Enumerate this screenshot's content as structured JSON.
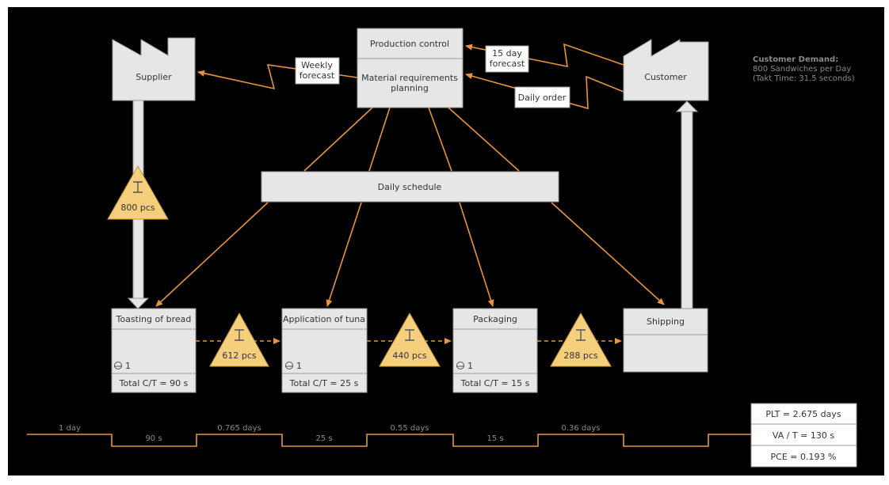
{
  "header": {
    "customer_demand_title": "Customer Demand:",
    "customer_demand_line1": "800 Sandwiches per Day",
    "customer_demand_line2": "(Takt Time: 31.5 seconds)"
  },
  "entities": {
    "supplier": "Supplier",
    "customer": "Customer",
    "production_control": "Production control",
    "mrp_line1": "Material requirements",
    "mrp_line2": "planning",
    "daily_schedule": "Daily schedule"
  },
  "information_flows": {
    "weekly_forecast_line1": "Weekly",
    "weekly_forecast_line2": "forecast",
    "fifteen_day_line1": "15 day",
    "fifteen_day_line2": "forecast",
    "daily_order": "Daily order"
  },
  "processes": [
    {
      "name": "Toasting of bread",
      "operators": "1",
      "cycle_time": "Total C/T = 90 s"
    },
    {
      "name": "Application of tuna",
      "operators": "1",
      "cycle_time": "Total C/T = 25 s"
    },
    {
      "name": "Packaging",
      "operators": "1",
      "cycle_time": "Total C/T = 15 s"
    },
    {
      "name": "Shipping"
    }
  ],
  "inventories": [
    {
      "label": "800 pcs"
    },
    {
      "label": "612 pcs"
    },
    {
      "label": "440 pcs"
    },
    {
      "label": "288 pcs"
    }
  ],
  "timeline": {
    "wait_times": [
      "1 day",
      "0.765 days",
      "0.55 days",
      "0.36 days"
    ],
    "process_times": [
      "90 s",
      "25 s",
      "15 s"
    ]
  },
  "summary": {
    "plt": "PLT = 2.675 days",
    "va": "VA / T = 130 s",
    "pce": "PCE = 0.193 %"
  },
  "colors": {
    "background": "#000000",
    "box": "#e6e6e6",
    "accent": "#e8953a",
    "inventory": "#f6cf7c"
  }
}
